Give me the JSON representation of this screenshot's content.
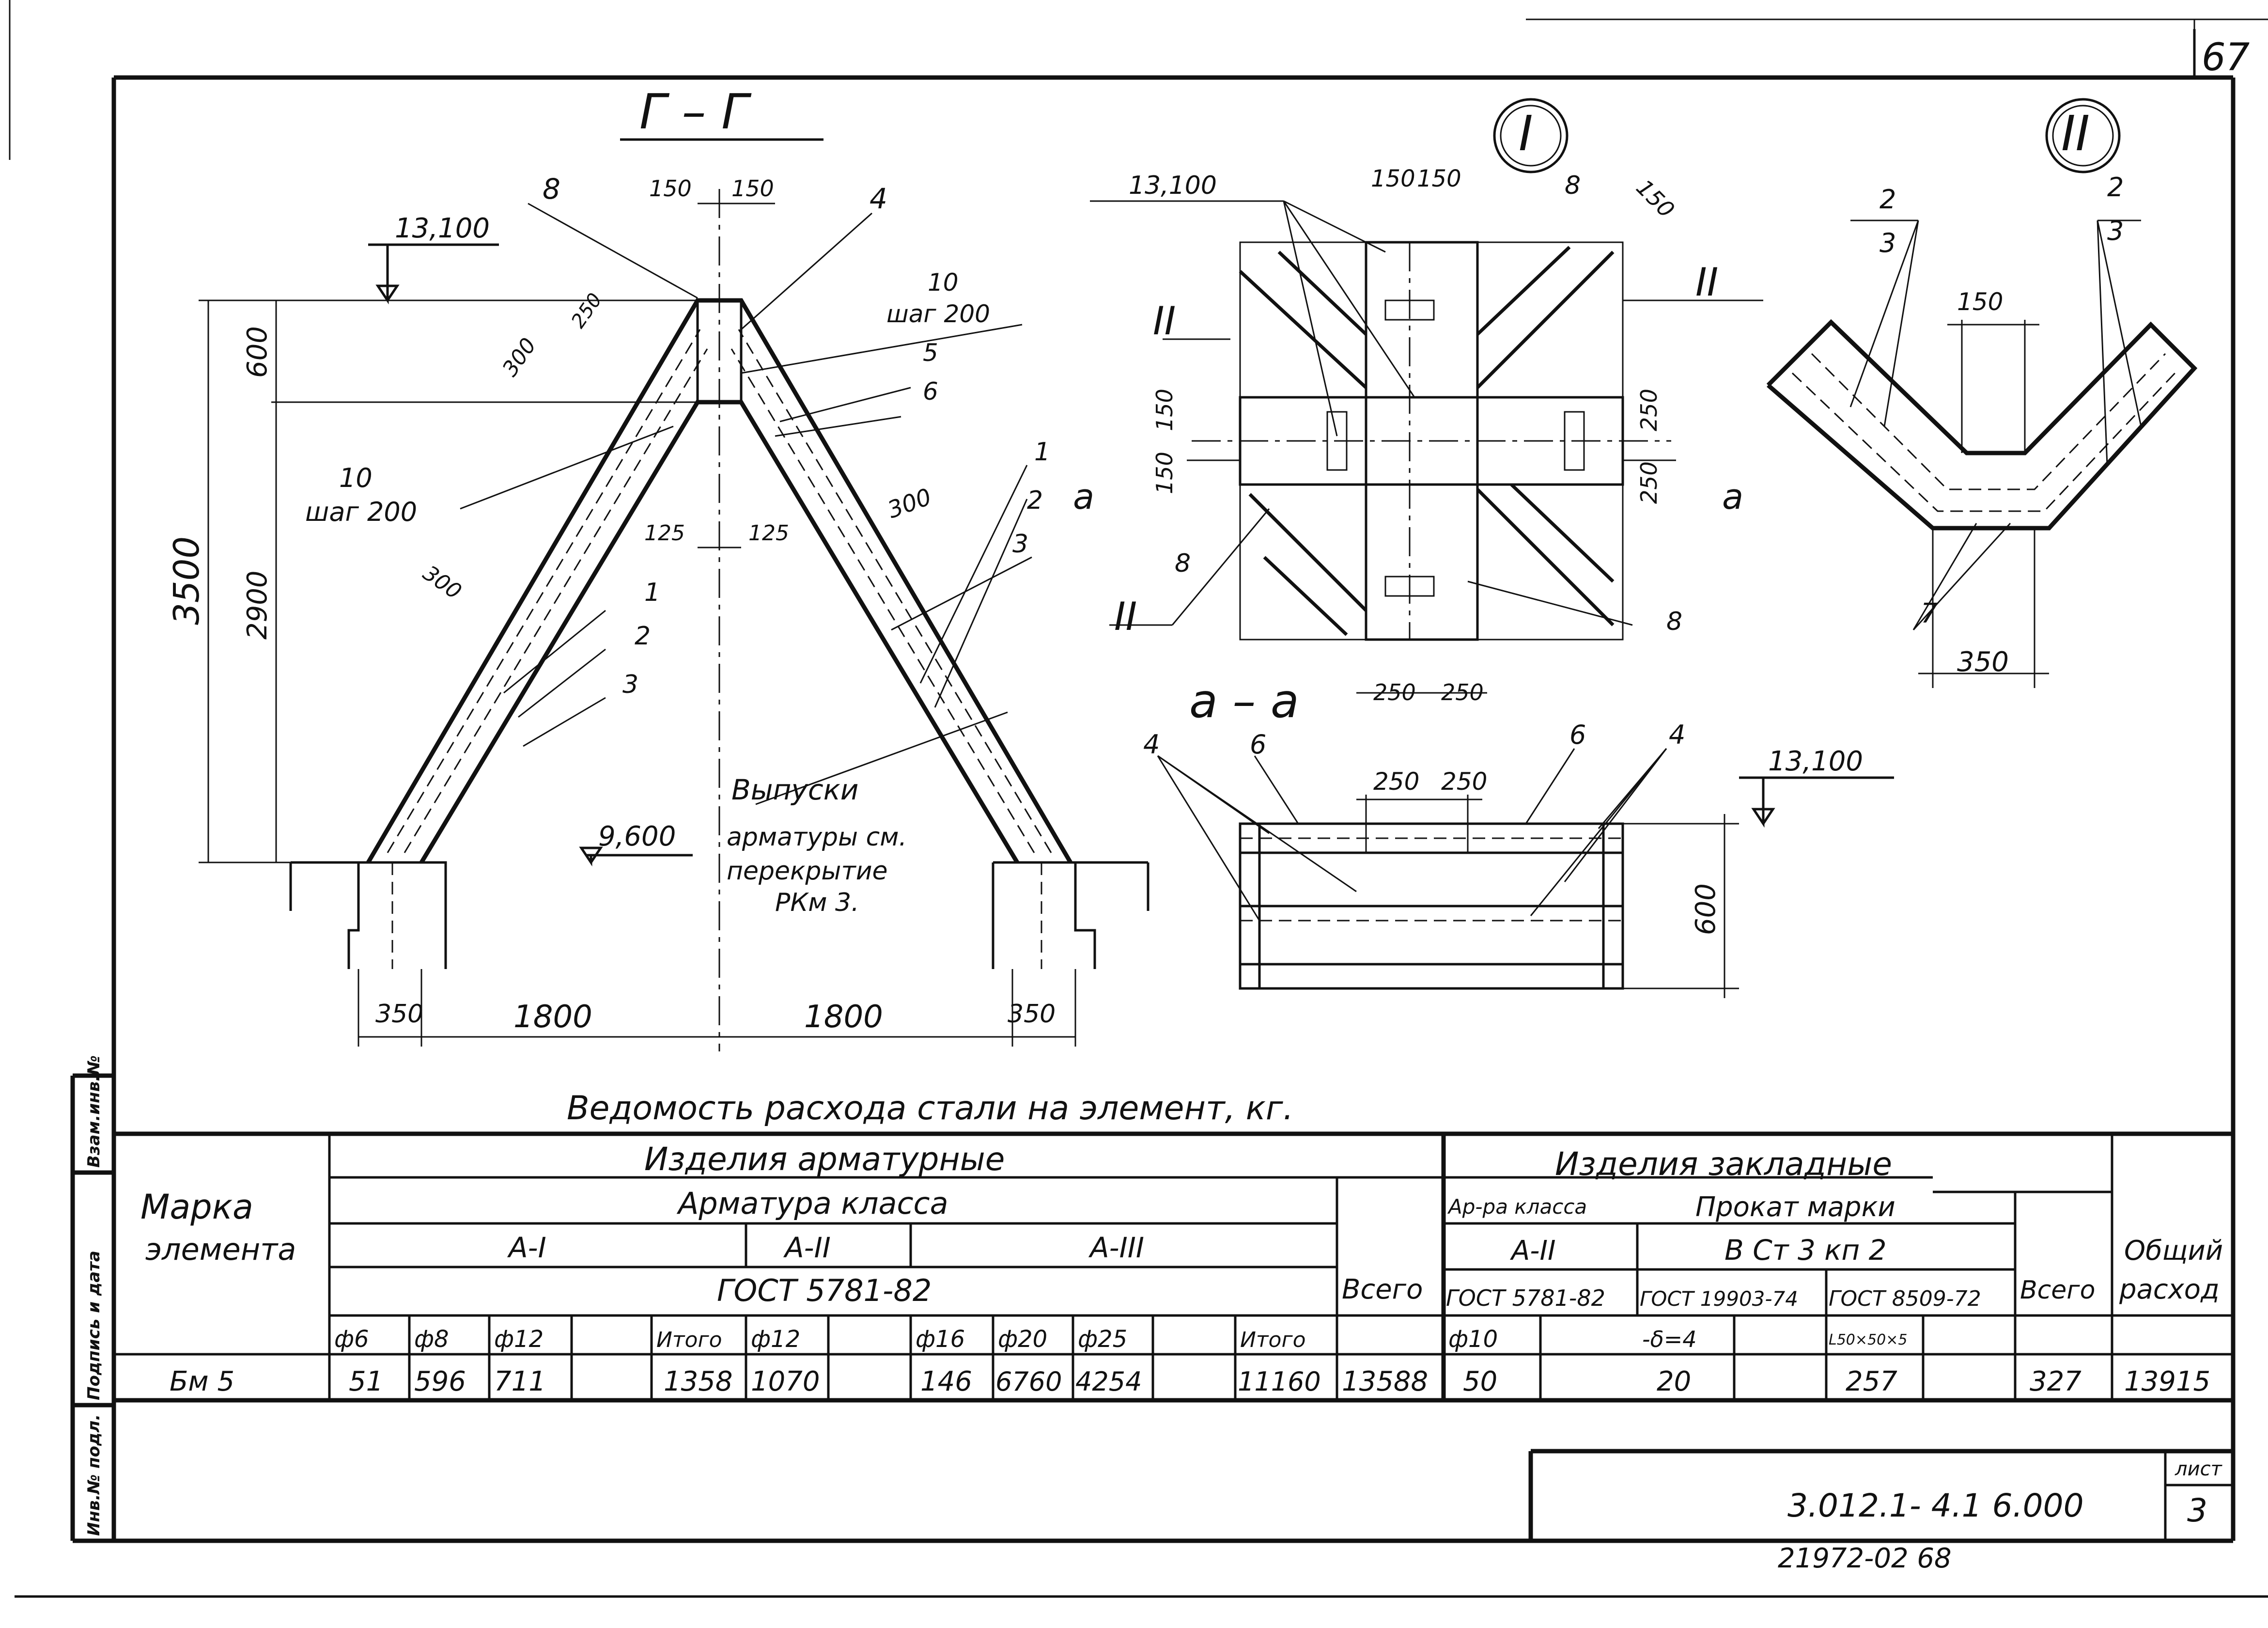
{
  "sheet_corner_number": "67",
  "views": {
    "section_gg": {
      "title": "Г – Г",
      "level_top": "13,100",
      "level_bottom": "9,600",
      "dims": {
        "top_left": "150",
        "top_right": "150",
        "d250": "250",
        "d300a": "300",
        "d300b": "300",
        "d300c": "300",
        "d125a": "125",
        "d125b": "125",
        "h600": "600",
        "h2900": "2900",
        "h3500": "3500",
        "b350a": "350",
        "b1800a": "1800",
        "b1800b": "1800",
        "b350b": "350"
      },
      "callouts": {
        "p8": "8",
        "p4": "4",
        "p10_right": "10",
        "step_right": "шаг 200",
        "p10_left": "10",
        "step_left": "шаг 200",
        "p5": "5",
        "p6": "6",
        "r1": "1",
        "r2": "2",
        "r3": "3",
        "l1": "1",
        "l2": "2",
        "l3": "3"
      },
      "note": [
        "Выпуски",
        "арматуры см.",
        "перекрытие",
        "РКм 3."
      ]
    },
    "detail_I": {
      "marker": "I",
      "level": "13,100",
      "dims": {
        "t150a": "150",
        "t150b": "150",
        "diag150": "150",
        "l150a": "150",
        "l150b": "150",
        "r250a": "250",
        "r250b": "250",
        "b250a": "250",
        "b250b": "250"
      },
      "callouts": {
        "c8a": "8",
        "c8b": "8",
        "c8c": "8",
        "roman_a": "II",
        "roman_b": "II",
        "roman_c": "II",
        "cut_left": "а",
        "cut_right": "а"
      }
    },
    "section_aa": {
      "title": "а – а",
      "level": "13,100",
      "dims": {
        "d250a": "250",
        "d250b": "250",
        "h600": "600"
      },
      "callouts": {
        "c4a": "4",
        "c6a": "6",
        "c6b": "6",
        "c4b": "4"
      }
    },
    "detail_II": {
      "marker": "II",
      "dims": {
        "d150": "150",
        "d350": "350"
      },
      "callouts": {
        "l2": "2",
        "l3": "3",
        "r2": "2",
        "r3": "3",
        "c7": "7"
      }
    }
  },
  "table_title": "Ведомость расхода стали на элемент, кг.",
  "table": {
    "mark_header": "Марка элемента",
    "group_rebar": "Изделия арматурные",
    "rebar_class": "Арматура класса",
    "class_AI": "А-I",
    "class_AII": "А-II",
    "class_AIII": "А-III",
    "gost_rebar": "ГОСТ 5781-82",
    "total_rebar": "Всего",
    "group_embedded": "Изделия закладные",
    "emb_rebar_class": "Ар-ра класса",
    "emb_profile": "Прокат марки",
    "emb_AII": "А-II",
    "emb_steel": "В Ст 3 кп 2",
    "emb_gost1": "ГОСТ 5781-82",
    "emb_gost2": "ГОСТ 19903-74",
    "emb_gost3": "ГОСТ 8509-72",
    "emb_total": "Всего",
    "overall": "Общий расход",
    "sub": [
      "ф6",
      "ф8",
      "ф12",
      "",
      "Итого",
      "ф12",
      "",
      "ф16",
      "ф20",
      "ф25",
      "",
      "Итого",
      "ф10",
      "",
      "-δ=4",
      "",
      "L50×50×5",
      ""
    ],
    "row": {
      "mark": "Бм 5",
      "values": [
        "51",
        "596",
        "711",
        "",
        "1358",
        "1070",
        "",
        "146",
        "6760",
        "4254",
        "",
        "11160"
      ],
      "total_rebar": "13588",
      "emb_values": [
        "50",
        "",
        "20",
        "",
        "257",
        ""
      ],
      "emb_total": "327",
      "overall": "13915"
    }
  },
  "side_stamps": [
    "Взам.инв.№",
    "Подпись и дата",
    "Инв.№ подл."
  ],
  "title_block": {
    "doc_code": "3.012.1- 4.1 6.000",
    "sheet_label": "лист",
    "sheet_number": "3",
    "archive": "21972-02   68"
  }
}
